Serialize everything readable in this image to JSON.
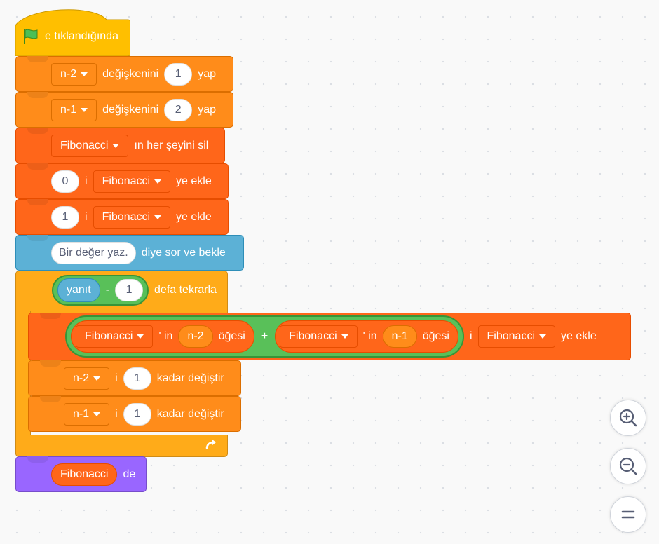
{
  "hat": {
    "label": "e tıklandığında",
    "icon": "green-flag-icon"
  },
  "set1": {
    "var": "n-2",
    "label": "değişkenini",
    "value": "1",
    "suffix": "yap"
  },
  "set2": {
    "var": "n-1",
    "label": "değişkenini",
    "value": "2",
    "suffix": "yap"
  },
  "del": {
    "list": "Fibonacci",
    "label": "ın her şeyini sil"
  },
  "add0": {
    "value": "0",
    "i": "i",
    "list": "Fibonacci",
    "suffix": "ye ekle"
  },
  "add1": {
    "value": "1",
    "i": "i",
    "list": "Fibonacci",
    "suffix": "ye ekle"
  },
  "ask": {
    "value": "Bir değer yaz.",
    "label": "diye sor ve bekle"
  },
  "repeat": {
    "reporter": "yanıt",
    "op": "-",
    "value": "1",
    "label": "defa tekrarla",
    "loop_icon": "loop-arrow-icon"
  },
  "addsum": {
    "left": {
      "list": "Fibonacci",
      "in": "' in",
      "var": "n-2",
      "item": "öğesi"
    },
    "op": "+",
    "right": {
      "list": "Fibonacci",
      "in": "' in",
      "var": "n-1",
      "item": "öğesi"
    },
    "i": "i",
    "list": "Fibonacci",
    "suffix": "ye ekle"
  },
  "change1": {
    "var": "n-2",
    "i": "i",
    "value": "1",
    "label": "kadar değiştir"
  },
  "change2": {
    "var": "n-1",
    "i": "i",
    "value": "1",
    "label": "kadar değiştir"
  },
  "say": {
    "list": "Fibonacci",
    "label": "de"
  },
  "zoom": {
    "in": "zoom-in-icon",
    "out": "zoom-out-icon",
    "reset": "zoom-reset-icon"
  },
  "colors": {
    "event": "#ffbf00",
    "variable": "#ff8c1a",
    "list": "#ff661a",
    "sensing": "#5cb1d6",
    "control": "#ffab19",
    "operator": "#59c059",
    "looks": "#9966ff"
  }
}
